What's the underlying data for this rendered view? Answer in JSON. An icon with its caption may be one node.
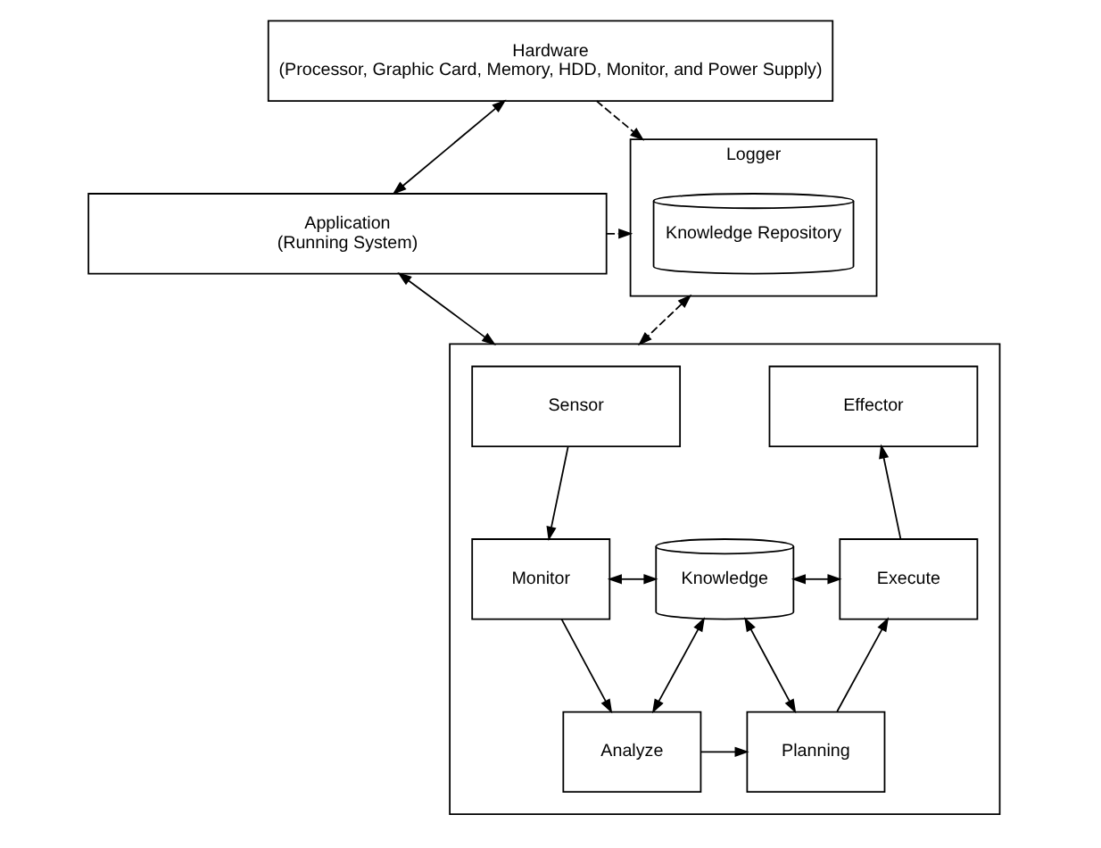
{
  "diagram": {
    "nodes": [
      {
        "text": [
          "Hardware",
          "(Processor, Graphic Card, Memory, HDD, Monitor, and Power Supply)"
        ]
      },
      {
        "text": [
          "Application",
          "(Running System)"
        ]
      },
      {
        "text": [
          "Logger"
        ]
      },
      {
        "text": [
          "Knowledge Repository"
        ],
        "in": 2
      },
      {
        "text": [],
        "shape": "box"
      },
      {
        "text": [
          "Sensor"
        ],
        "in": 4
      },
      {
        "text": [
          "Effector"
        ],
        "in": 4
      },
      {
        "text": [
          "Monitor"
        ],
        "in": 4
      },
      {
        "text": [
          "Knowledge"
        ],
        "in": 4
      },
      {
        "text": [
          "Execute"
        ],
        "in": 4
      },
      {
        "text": [
          "Analyze"
        ],
        "in": 4
      },
      {
        "text": [
          "Planning"
        ],
        "in": 4
      }
    ],
    "edges": [
      {
        "from": 0,
        "to": 1,
        "arrow": "both"
      },
      {
        "from": 1,
        "to": 4,
        "arrow": "both"
      },
      {
        "from": 0,
        "to": 2,
        "arrow": "to",
        "style": "dashed"
      },
      {
        "from": 1,
        "to": 2,
        "arrow": "to",
        "style": "dashed"
      },
      {
        "from": 2,
        "to": 4,
        "arrow": "both",
        "style": "dashed"
      },
      {
        "from": 5,
        "to": 7,
        "arrow": "to"
      },
      {
        "from": 9,
        "to": 6,
        "arrow": "to"
      },
      {
        "from": 7,
        "to": 8,
        "arrow": "both"
      },
      {
        "from": 8,
        "to": 9,
        "arrow": "both"
      },
      {
        "from": 10,
        "to": 8,
        "arrow": "both"
      },
      {
        "from": 8,
        "to": 11,
        "arrow": "both"
      },
      {
        "from": 7,
        "to": 10,
        "arrow": "to"
      },
      {
        "from": 10,
        "to": 11,
        "arrow": "to"
      },
      {
        "from": 11,
        "to": 9,
        "arrow": "to"
      }
    ]
  }
}
